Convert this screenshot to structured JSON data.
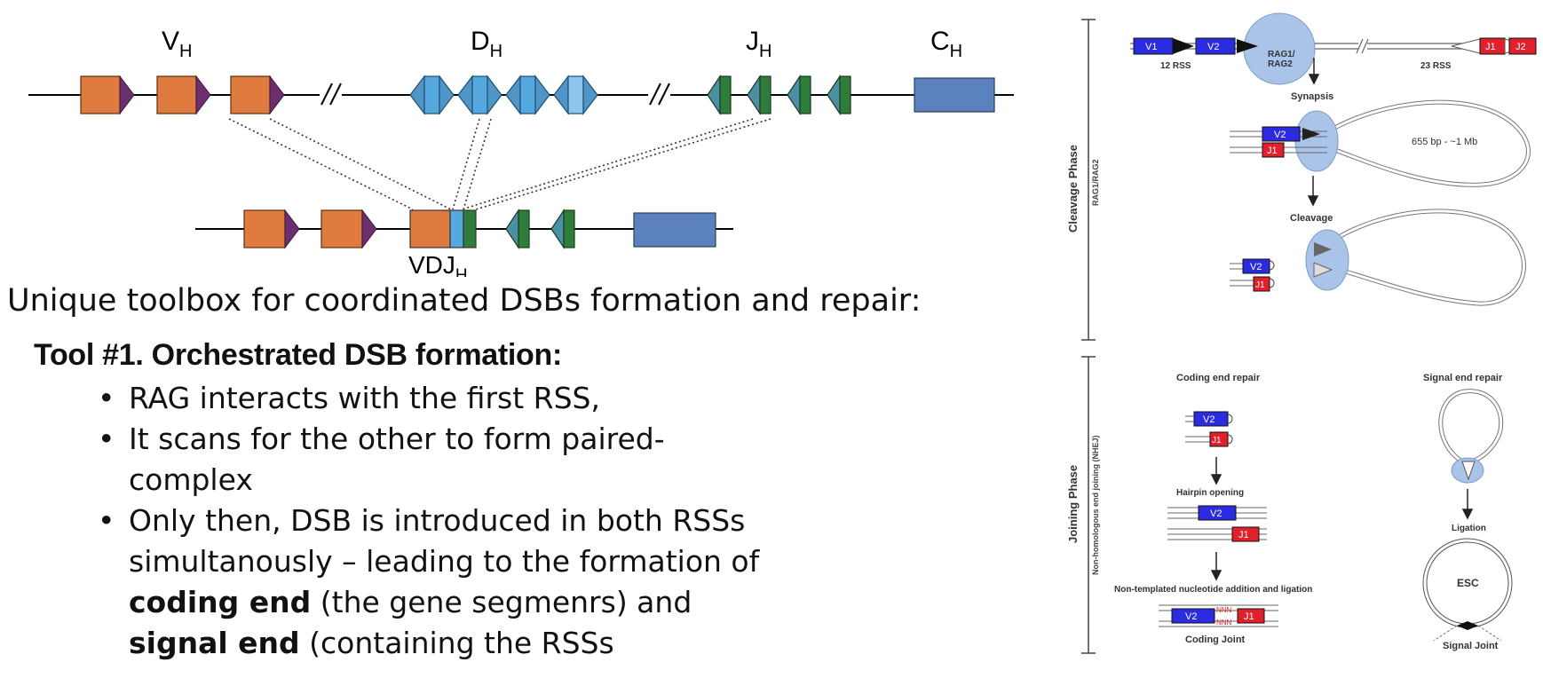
{
  "diagram": {
    "labels": {
      "v_main": "V",
      "v_sub": "H",
      "d_main": "D",
      "d_sub": "H",
      "j_main": "J",
      "j_sub": "H",
      "c_main": "C",
      "c_sub": "H",
      "vdj_main": "VDJ",
      "vdj_sub": "H"
    },
    "colors": {
      "v_segment": "#E07B3F",
      "v_rss": "#6B2F6E",
      "d_segment": "#55A9DF",
      "j_segment": "#2F7D3A",
      "j_rss": "#4B8FA3",
      "c_segment": "#5B82BE"
    }
  },
  "text": {
    "intro": "Unique toolbox for coordinated DSBs formation and repair:",
    "tool_heading": "Tool #1. Orchestrated DSB formation:",
    "bullet1": "RAG interacts with the first RSS,",
    "bullet2": "It scans for the other to form paired-complex",
    "bullet3_part1": "Only then, DSB is introduced in both RSSs simultanously – leading to the formation of ",
    "bullet3_bold1": "coding end",
    "bullet3_part2": " (the gene segmenrs) and ",
    "bullet3_bold2": "signal end",
    "bullet3_part3": " (containing the RSSs"
  },
  "figure": {
    "v1": "V1",
    "v2": "V2",
    "j1": "J1",
    "j2": "J2",
    "rss12": "12 RSS",
    "rss23": "23 RSS",
    "rag1": "RAG1/",
    "rag2": "RAG2",
    "synapsis": "Synapsis",
    "loop_size": "655 bp - ~1 Mb",
    "cleavage": "Cleavage",
    "cleavage_phase": "Cleavage Phase",
    "cleavage_sub": "RAG1/RAG2",
    "joining_phase": "Joining Phase",
    "joining_sub": "Non-homologous end joining (NHEJ)",
    "coding_end_repair": "Coding end repair",
    "signal_end_repair": "Signal end repair",
    "hairpin_opening": "Hairpin opening",
    "ligation": "Ligation",
    "esc": "ESC",
    "nontemplated": "Non-templated nucleotide addition and ligation",
    "nnn": "NNN",
    "coding_joint": "Coding Joint",
    "signal_joint": "Signal Joint",
    "colors": {
      "v_box": "#2B2BE0",
      "j_box": "#E0202A",
      "rag": "#A9C4E8",
      "nnn": "#E0202A"
    }
  }
}
